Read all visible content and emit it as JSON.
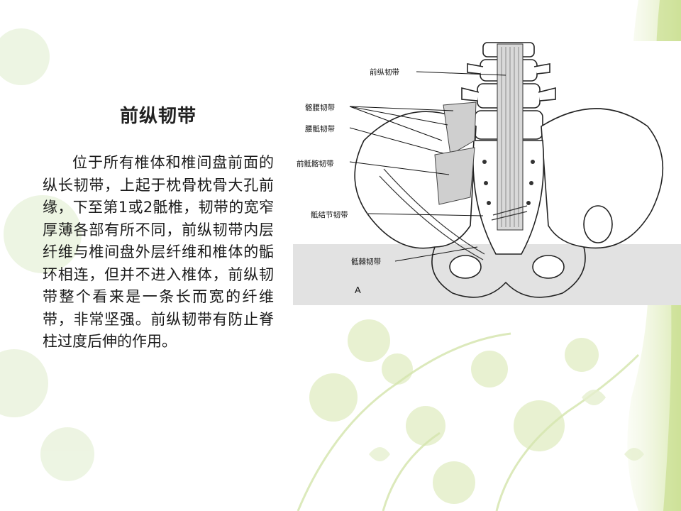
{
  "slide": {
    "title": "前纵韧带",
    "body": "位于所有椎体和椎间盘前面的纵长韧带，上起于枕骨枕骨大孔前缘，下至第1或2骶椎，韧带的宽窄厚薄各部有所不同，前纵韧带内层纤维与椎间盘外层纤维和椎体的骺环相连，但并不进入椎体，前纵韧带整个看来是一条长而宽的纤维带，非常坚强。前纵韧带有防止脊柱过度后伸的作用。"
  },
  "figure": {
    "labels": {
      "anterior_longitudinal": "前纵韧带",
      "iliolumbar": "髂腰韧带",
      "lumbosacral": "腰骶韧带",
      "anterior_sacroiliac": "前骶髂韧带",
      "sacrotuberous": "骶结节韧带",
      "sacrospinous": "骶棘韧带"
    },
    "panel_letter": "A"
  },
  "colors": {
    "background": "#ffffff",
    "floral_green": "#c9dd9a",
    "text": "#1a1a1a"
  }
}
